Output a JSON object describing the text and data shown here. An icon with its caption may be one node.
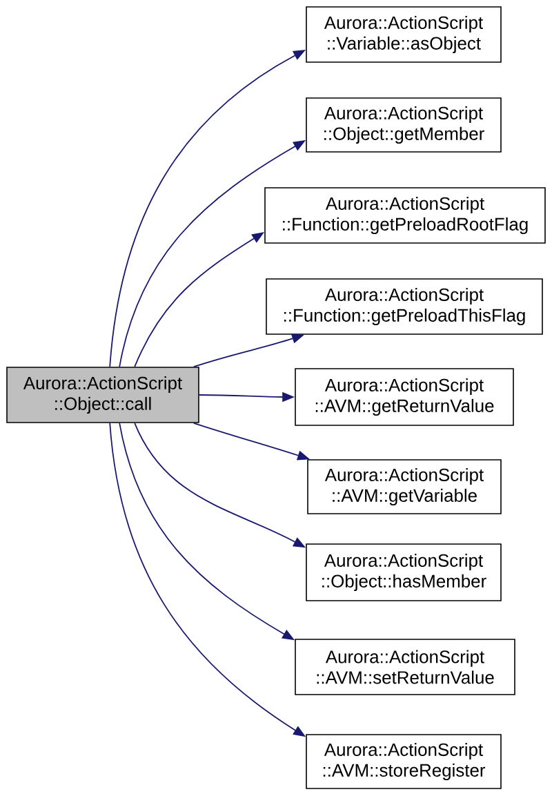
{
  "diagram": {
    "nodes": [
      {
        "text": [
          "Aurora::ActionScript ::Object::call"
        ]
      },
      {
        "text": [
          "Aurora::ActionScript ::Variable::asObject"
        ]
      },
      {
        "text": [
          "Aurora::ActionScript ::Object::getMember"
        ]
      },
      {
        "text": [
          "Aurora::ActionScript ::Function::getPreloadRootFlag"
        ]
      },
      {
        "text": [
          "Aurora::ActionScript ::Function::getPreloadThisFlag"
        ]
      },
      {
        "text": [
          "Aurora::ActionScript ::AVM::getReturnValue"
        ]
      },
      {
        "text": [
          "Aurora::ActionScript ::AVM::getVariable"
        ]
      },
      {
        "text": [
          "Aurora::ActionScript ::Object::hasMember"
        ]
      },
      {
        "text": [
          "Aurora::ActionScript ::AVM::setReturnValue"
        ]
      },
      {
        "text": [
          "Aurora::ActionScript ::AVM::storeRegister"
        ]
      }
    ],
    "edges": [
      {
        "from": 0,
        "to": 1,
        "arrow": "to"
      },
      {
        "from": 0,
        "to": 2,
        "arrow": "to"
      },
      {
        "from": 0,
        "to": 3,
        "arrow": "to"
      },
      {
        "from": 0,
        "to": 4,
        "arrow": "to"
      },
      {
        "from": 0,
        "to": 5,
        "arrow": "to"
      },
      {
        "from": 0,
        "to": 6,
        "arrow": "to"
      },
      {
        "from": 0,
        "to": 7,
        "arrow": "to"
      },
      {
        "from": 0,
        "to": 8,
        "arrow": "to"
      },
      {
        "from": 0,
        "to": 9,
        "arrow": "to"
      }
    ]
  }
}
